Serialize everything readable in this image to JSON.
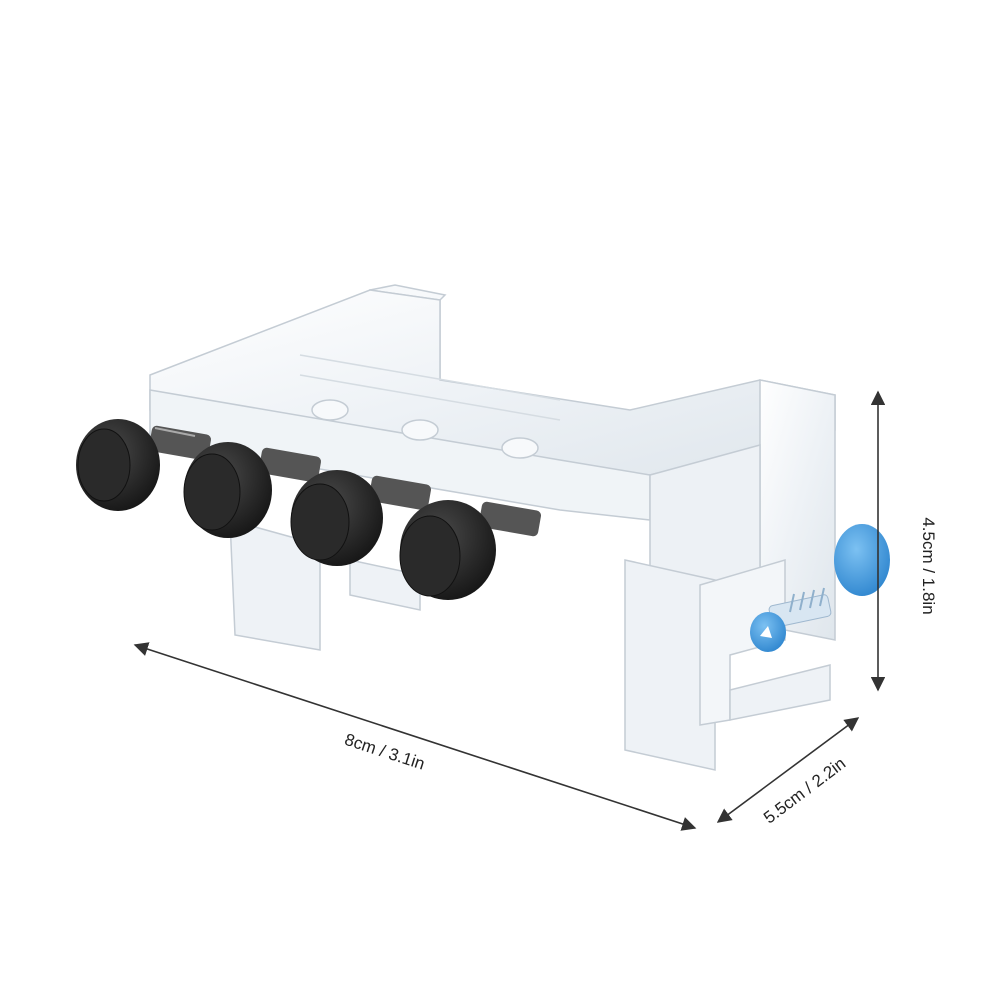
{
  "dimensions": {
    "length": "8cm / 3.1in",
    "height": "4.5cm / 1.8in",
    "depth": "5.5cm / 2.2in"
  },
  "colors": {
    "background": "#ffffff",
    "acrylic_edge": "#c9d2da",
    "acrylic_fill": "#f4f7fa",
    "knob": "#2b2b2b",
    "thumbscrew": "#3f9be0",
    "arrow": "#333333"
  }
}
